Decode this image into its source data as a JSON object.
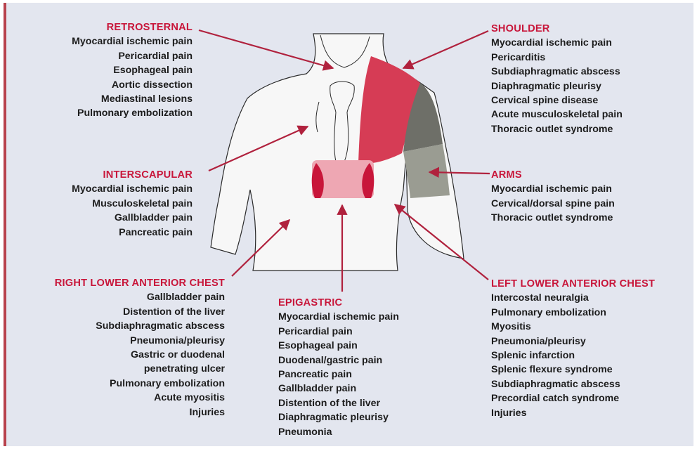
{
  "regions": {
    "retrosternal": {
      "title": "RETROSTERNAL",
      "items": [
        "Myocardial ischemic pain",
        "Pericardial pain",
        "Esophageal pain",
        "Aortic dissection",
        "Mediastinal lesions",
        "Pulmonary embolization"
      ]
    },
    "interscapular": {
      "title": "INTERSCAPULAR",
      "items": [
        "Myocardial ischemic pain",
        "Musculoskeletal pain",
        "Gallbladder pain",
        "Pancreatic pain"
      ]
    },
    "right_lower_anterior_chest": {
      "title": "RIGHT LOWER ANTERIOR CHEST",
      "items": [
        "Gallbladder pain",
        "Distention of the liver",
        "Subdiaphragmatic abscess",
        "Pneumonia/pleurisy",
        "Gastric or duodenal",
        "penetrating ulcer",
        "Pulmonary embolization",
        "Acute myositis",
        "Injuries"
      ]
    },
    "epigastric": {
      "title": "EPIGASTRIC",
      "items": [
        "Myocardial ischemic pain",
        "Pericardial pain",
        "Esophageal pain",
        "Duodenal/gastric pain",
        "Pancreatic pain",
        "Gallbladder pain",
        "Distention of the liver",
        "Diaphragmatic pleurisy",
        "Pneumonia"
      ]
    },
    "shoulder": {
      "title": "SHOULDER",
      "items": [
        "Myocardial ischemic pain",
        "Pericarditis",
        "Subdiaphragmatic abscess",
        "Diaphragmatic pleurisy",
        "Cervical spine disease",
        "Acute musculoskeletal pain",
        "Thoracic outlet syndrome"
      ]
    },
    "arms": {
      "title": "ARMS",
      "items": [
        "Myocardial ischemic pain",
        "Cervical/dorsal spine pain",
        "Thoracic outlet syndrome"
      ]
    },
    "left_lower_anterior_chest": {
      "title": "LEFT LOWER ANTERIOR CHEST",
      "items": [
        "Intercostal neuralgia",
        "Pulmonary embolization",
        "Myositis",
        "Pneumonia/pleurisy",
        "Splenic infarction",
        "Splenic flexure syndrome",
        "Subdiaphragmatic abscess",
        "Precordial catch syndrome",
        "Injuries"
      ]
    }
  },
  "colors": {
    "background": "#e3e6ef",
    "heading": "#c8163a",
    "text": "#1c1c1c",
    "arrow": "#b0213d",
    "pain_red": "#d63c55",
    "pain_dark": "#6e6f68",
    "pain_gray": "#9a9c92",
    "pain_pink": "#eea7b3",
    "skin": "#f7f7f7"
  }
}
